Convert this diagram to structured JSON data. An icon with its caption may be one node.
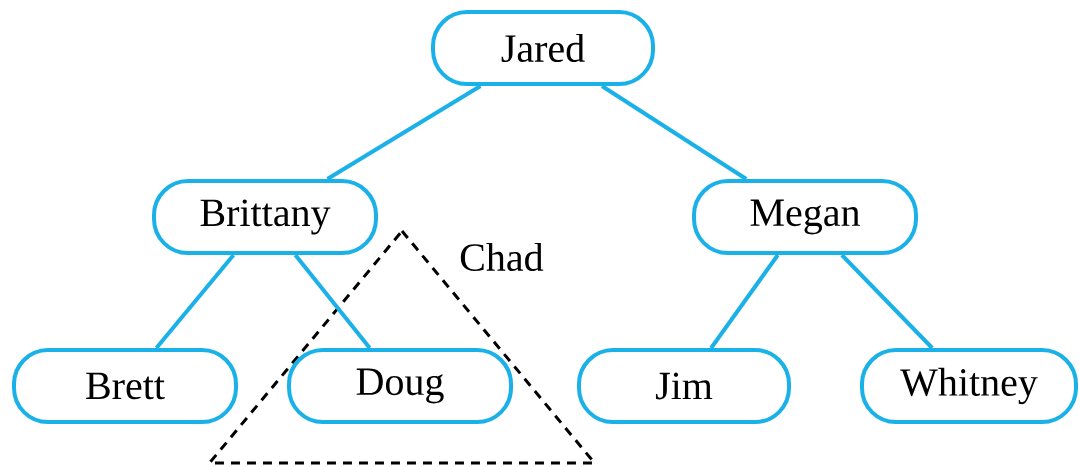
{
  "diagram": {
    "nodes": [
      {
        "text": [
          "Jared"
        ]
      },
      {
        "text": [
          "Brittany"
        ]
      },
      {
        "text": [
          "Megan"
        ]
      },
      {
        "text": [
          "Brett"
        ]
      },
      {
        "text": [],
        "shape": "triangle",
        "beside": [
          "Chad"
        ]
      },
      {
        "text": [
          "Doug"
        ],
        "in": 4
      },
      {
        "text": [
          "Jim"
        ]
      },
      {
        "text": [
          "Whitney"
        ]
      }
    ],
    "edges": [
      {
        "from": 0,
        "to": 1,
        "arrow": "none"
      },
      {
        "from": 0,
        "to": 2,
        "arrow": "none"
      },
      {
        "from": 1,
        "to": 3,
        "arrow": "none"
      },
      {
        "from": 1,
        "to": 5,
        "arrow": "none"
      },
      {
        "from": 2,
        "to": 6,
        "arrow": "none"
      },
      {
        "from": 2,
        "to": 7,
        "arrow": "none"
      }
    ]
  }
}
